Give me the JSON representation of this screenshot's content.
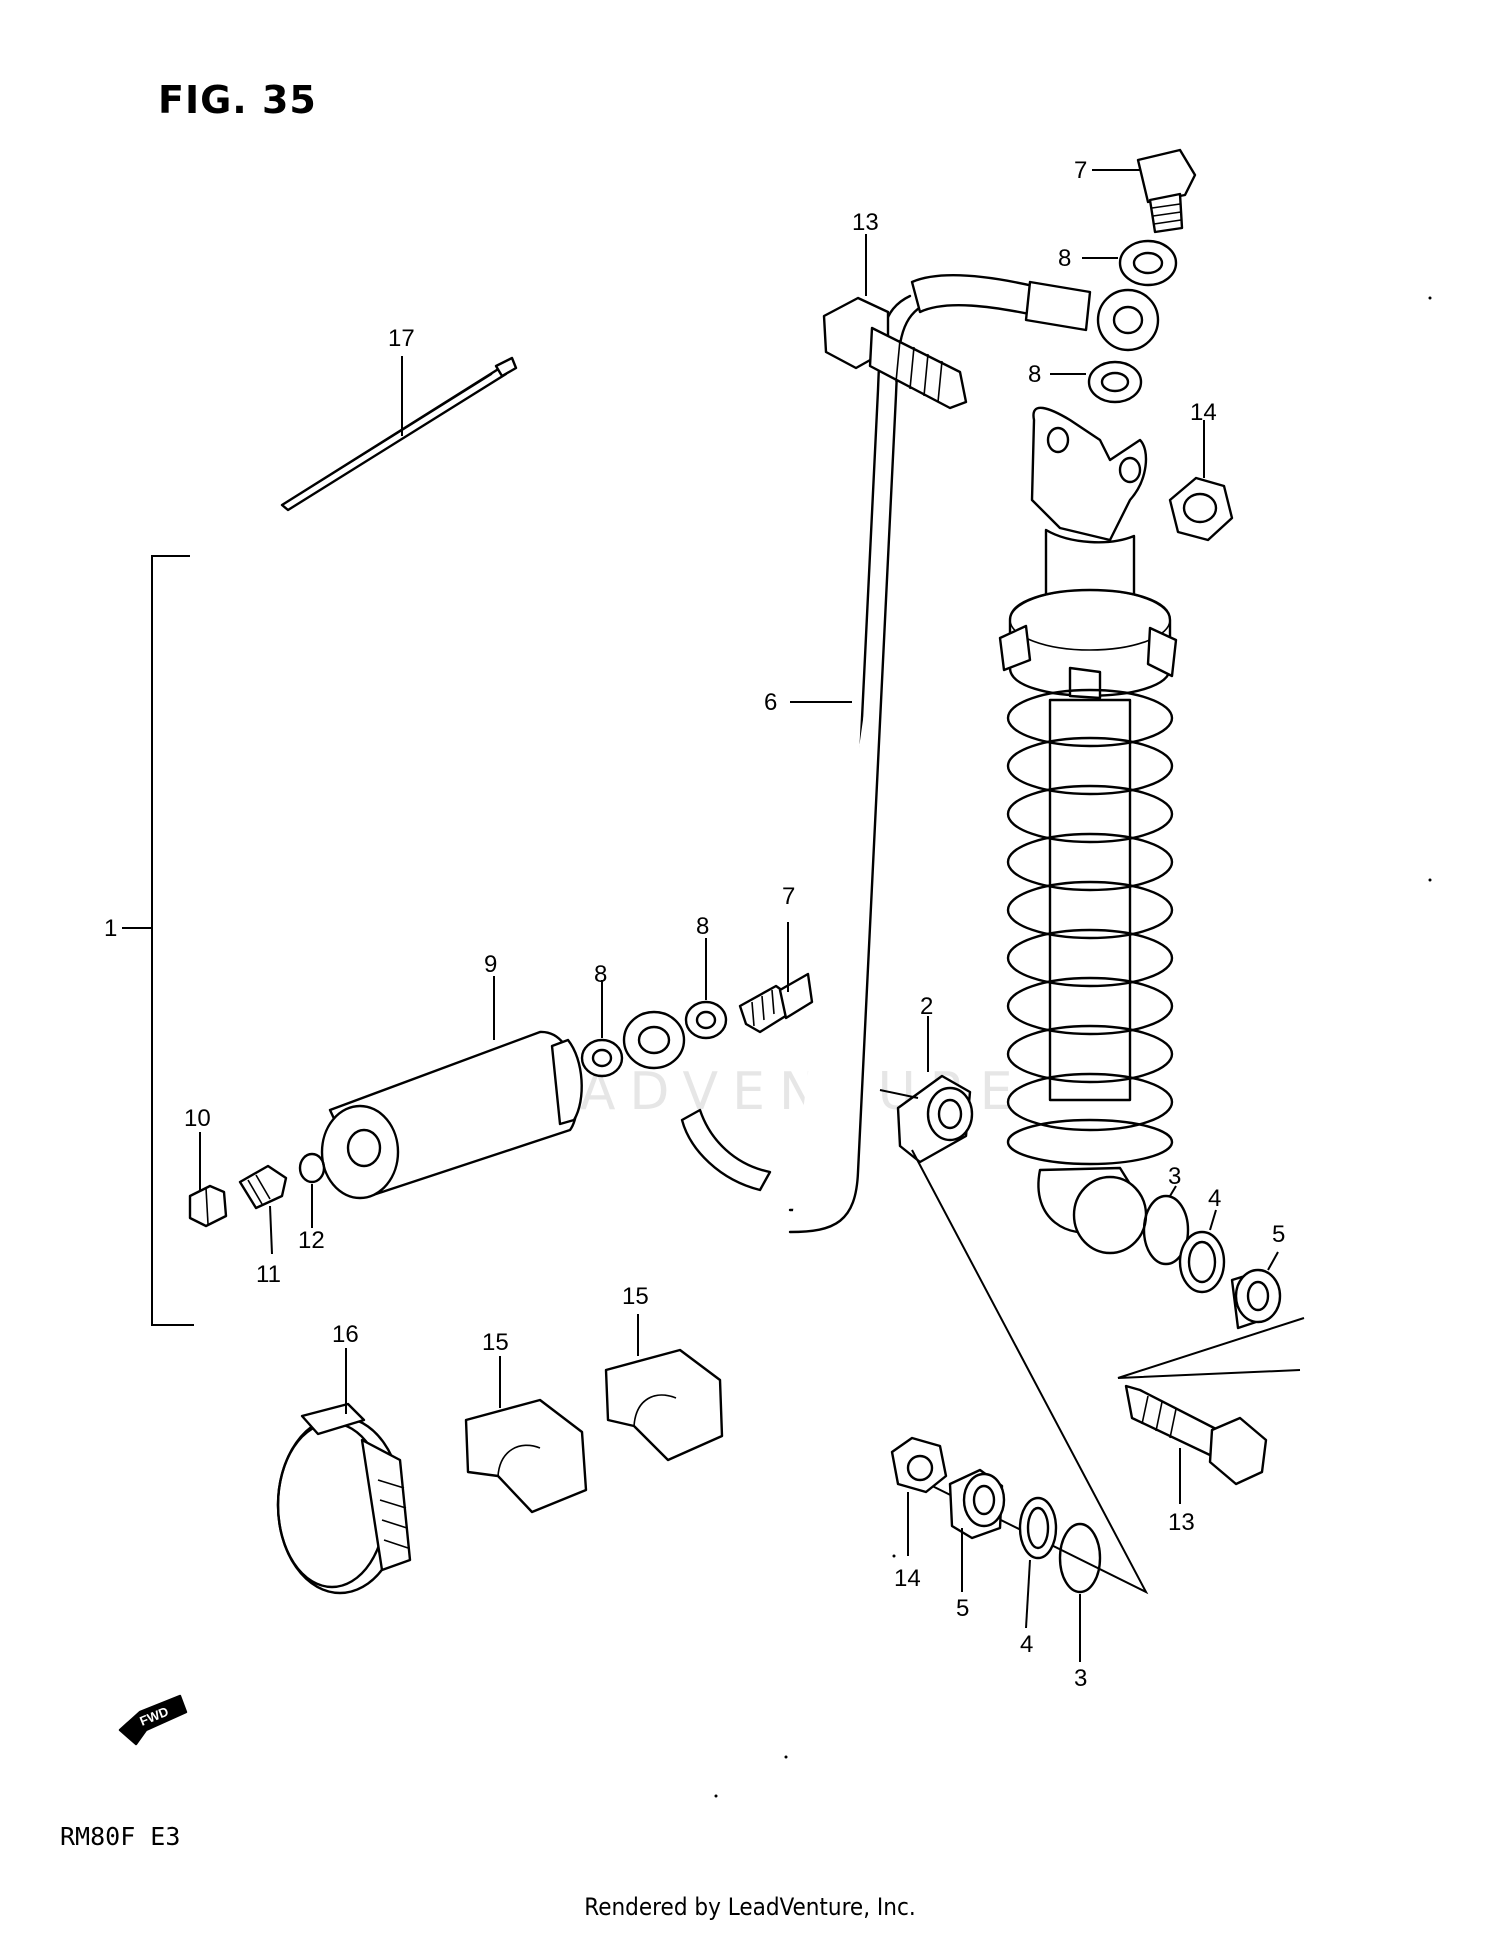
{
  "figure": {
    "title": "FIG. 35",
    "model": "RM80F  E3",
    "footer": "Rendered by LeadVenture, Inc.",
    "watermark": "LEADVENTURE"
  },
  "fwd_badge": {
    "label": "FWD"
  },
  "callouts": {
    "c1": "1",
    "c2": "2",
    "c3a": "3",
    "c3b": "3",
    "c4a": "4",
    "c4b": "4",
    "c5a": "5",
    "c5b": "5",
    "c6": "6",
    "c7a": "7",
    "c7b": "7",
    "c8a": "8",
    "c8b": "8",
    "c8c": "8",
    "c8d": "8",
    "c9": "9",
    "c10": "10",
    "c11": "11",
    "c12": "12",
    "c13a": "13",
    "c13b": "13",
    "c14a": "14",
    "c14b": "14",
    "c15a": "15",
    "c15b": "15",
    "c16": "16",
    "c17": "17"
  },
  "colors": {
    "line": "#000000",
    "background": "#ffffff",
    "watermark": "#e6e6e6"
  }
}
